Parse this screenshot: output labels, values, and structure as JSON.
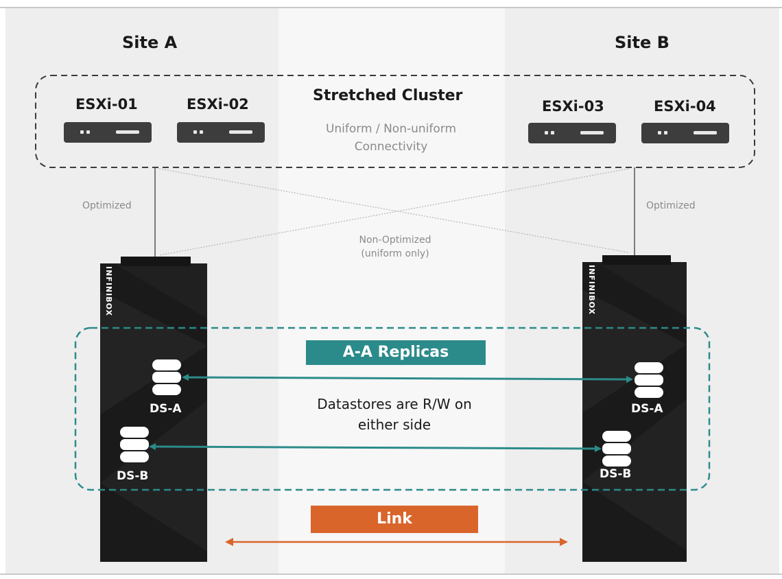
{
  "site_a": {
    "title": "Site A"
  },
  "site_b": {
    "title": "Site B"
  },
  "cluster": {
    "title": "Stretched Cluster",
    "subtitle_line1": "Uniform / Non-uniform",
    "subtitle_line2": "Connectivity"
  },
  "hosts": [
    "ESXi-01",
    "ESXi-02",
    "ESXi-03",
    "ESXi-04"
  ],
  "paths": {
    "optimized_left": "Optimized",
    "optimized_right": "Optimized",
    "non_optimized_line1": "Non-Optimized",
    "non_optimized_line2": "(uniform only)"
  },
  "storage": {
    "brand": "INFINIBOX"
  },
  "replicas": {
    "title": "A-A Replicas",
    "description_line1": "Datastores are R/W on",
    "description_line2": "either side"
  },
  "datastores": {
    "ds_a": "DS-A",
    "ds_b": "DS-B"
  },
  "link": {
    "label": "Link"
  },
  "colors": {
    "teal": "#2b8b8a",
    "orange": "#d9652b",
    "rack": "#1a1a1a",
    "server": "#3d3d3d"
  }
}
